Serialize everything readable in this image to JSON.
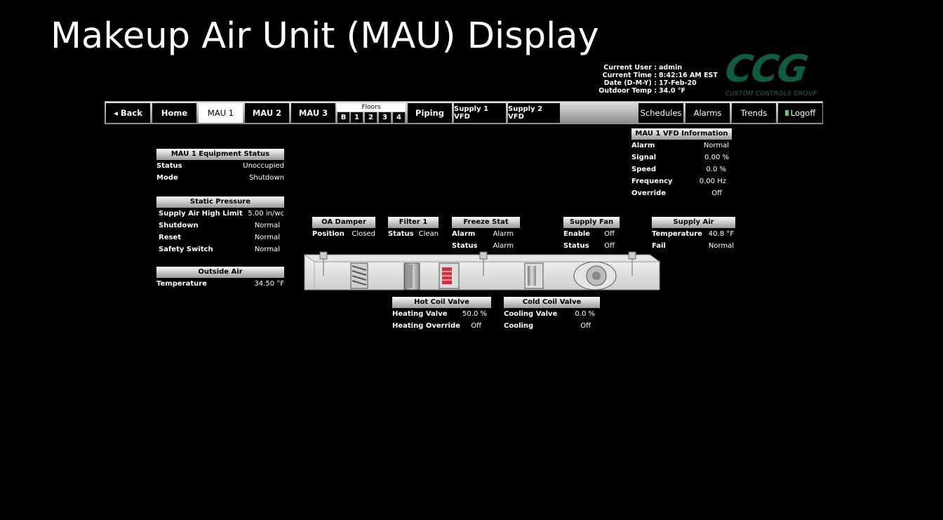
{
  "title": "Makeup Air Unit (MAU) Display",
  "info": {
    "user_label": "Current User :",
    "user": "admin",
    "time_label": "Current Time :",
    "time": "8:42:16 AM EST",
    "date_label": "Date (D-M-Y) :",
    "date": "17-Feb-20",
    "temp_label": "Outdoor Temp :",
    "temp": "34.0 °F"
  },
  "logo": {
    "text": "CCG",
    "subtitle": "CUSTOM CONTROLS GROUP",
    "color": "#0f5c3e"
  },
  "nav": {
    "back": "◂ Back",
    "home": "Home",
    "mau1": "MAU 1",
    "mau2": "MAU 2",
    "mau3": "MAU 3",
    "floors_label": "Floors",
    "floors": [
      "B",
      "1",
      "2",
      "3",
      "4"
    ],
    "piping": "Piping",
    "supply1": "Supply 1 VFD",
    "supply2": "Supply 2 VFD",
    "schedules": "Schedules",
    "alarms": "Alarms",
    "trends": "Trends",
    "logoff": "Logoff"
  },
  "equipment_status": {
    "title": "MAU 1 Equipment Status",
    "rows": [
      {
        "k": "Status",
        "v": "Unoccupied"
      },
      {
        "k": "Mode",
        "v": "Shutdown"
      }
    ]
  },
  "static_pressure": {
    "title": "Static Pressure",
    "rows": [
      {
        "k": "Supply Air High Limit",
        "v": "5.00 in/wc"
      },
      {
        "k": "Shutdown",
        "v": "Normal"
      },
      {
        "k": "Reset",
        "v": "Normal"
      },
      {
        "k": "Safety Switch",
        "v": "Normal"
      }
    ]
  },
  "outside_air": {
    "title": "Outside Air",
    "rows": [
      {
        "k": "Temperature",
        "v": "34.50 °F"
      }
    ]
  },
  "vfd_info": {
    "title": "MAU 1 VFD Information",
    "rows": [
      {
        "k": "Alarm",
        "v": "Normal"
      },
      {
        "k": "Signal",
        "v": "0.00 %"
      },
      {
        "k": "Speed",
        "v": "0.0 %"
      },
      {
        "k": "Frequency",
        "v": "0.00 Hz"
      },
      {
        "k": "Override",
        "v": "Off"
      }
    ]
  },
  "oa_damper": {
    "title": "OA Damper",
    "rows": [
      {
        "k": "Position",
        "v": "Closed"
      }
    ]
  },
  "filter1": {
    "title": "Filter 1",
    "rows": [
      {
        "k": "Status",
        "v": "Clean"
      }
    ]
  },
  "freeze_stat": {
    "title": "Freeze Stat",
    "rows": [
      {
        "k": "Alarm",
        "v": "Alarm"
      },
      {
        "k": "Status",
        "v": "Alarm"
      }
    ]
  },
  "supply_fan": {
    "title": "Supply Fan",
    "rows": [
      {
        "k": "Enable",
        "v": "Off"
      },
      {
        "k": "Status",
        "v": "Off"
      }
    ]
  },
  "supply_air": {
    "title": "Supply Air",
    "rows": [
      {
        "k": "Temperature",
        "v": "40.8 °F"
      },
      {
        "k": "Fail",
        "v": "Normal"
      }
    ]
  },
  "hot_coil": {
    "title": "Hot Coil Valve",
    "rows": [
      {
        "k": "Heating Valve",
        "v": "50.0 %"
      },
      {
        "k": "Heating Override",
        "v": "Off"
      }
    ]
  },
  "cold_coil": {
    "title": "Cold Coil Valve",
    "rows": [
      {
        "k": "Cooling Valve",
        "v": "0.0 %"
      },
      {
        "k": "Cooling",
        "v": "Off"
      }
    ]
  },
  "colors": {
    "background": "#000000",
    "header_gradient_top": "#fafafa",
    "header_gradient_bottom": "#9a9a9a",
    "heating_coil": "#d03040"
  }
}
